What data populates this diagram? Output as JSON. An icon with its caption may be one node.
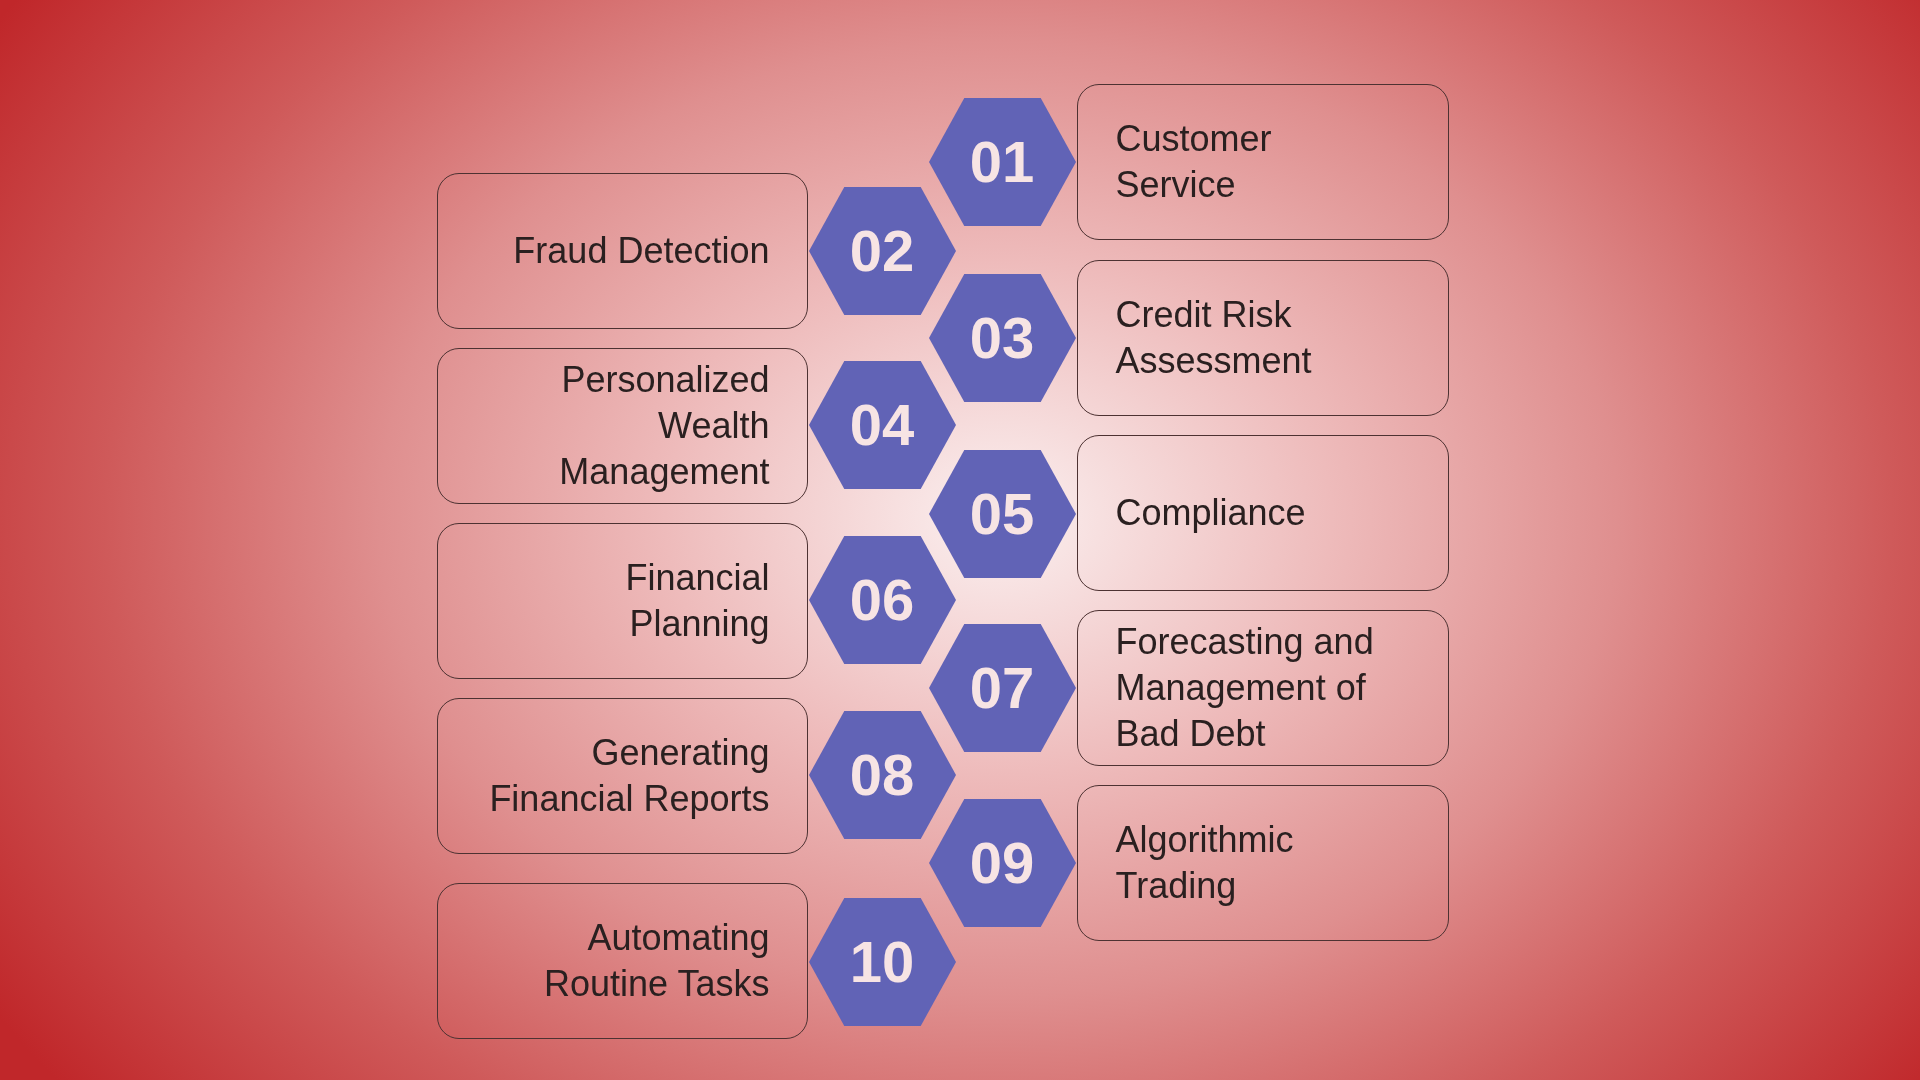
{
  "diagram": {
    "nodes": [
      {
        "text": [
          "01"
        ]
      },
      {
        "text": [
          "Customer Service"
        ]
      },
      {
        "text": [
          "02"
        ]
      },
      {
        "text": [
          "Fraud Detection"
        ]
      },
      {
        "text": [
          "03"
        ]
      },
      {
        "text": [
          "Credit Risk Assessment"
        ]
      },
      {
        "text": [
          "04"
        ]
      },
      {
        "text": [
          "Personalized Wealth Management"
        ]
      },
      {
        "text": [
          "05"
        ]
      },
      {
        "text": [
          "Compliance"
        ]
      },
      {
        "text": [
          "06"
        ]
      },
      {
        "text": [
          "Financial Planning"
        ]
      },
      {
        "text": [
          "07"
        ]
      },
      {
        "text": [
          "Forecasting and Management of Bad Debt"
        ]
      },
      {
        "text": [
          "08"
        ]
      },
      {
        "text": [
          "Generating Financial Reports"
        ]
      },
      {
        "text": [
          "09"
        ]
      },
      {
        "text": [
          "Algorithmic Trading"
        ]
      },
      {
        "text": [
          "10"
        ]
      },
      {
        "text": [
          "Automating Routine Tasks"
        ]
      }
    ]
  }
}
